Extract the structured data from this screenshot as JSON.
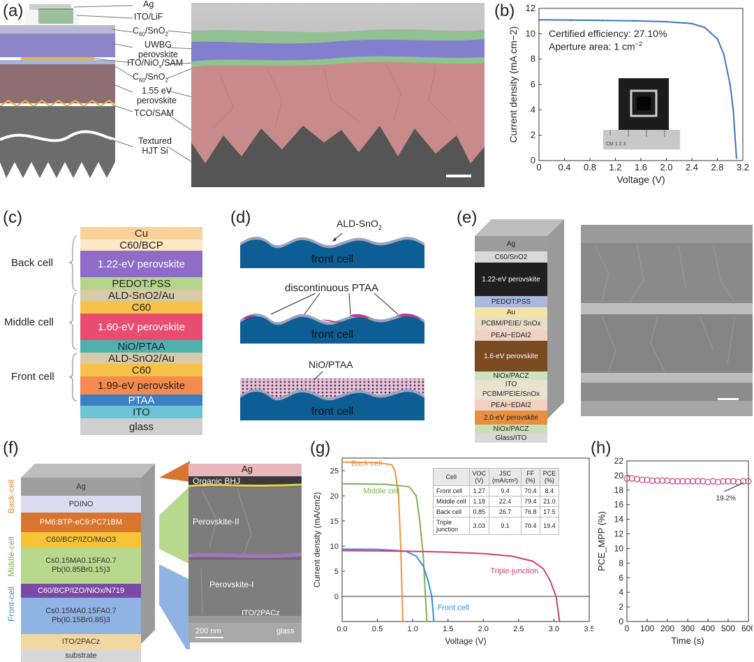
{
  "panels": {
    "a": "(a)",
    "b": "(b)",
    "c": "(c)",
    "d": "(d)",
    "e": "(e)",
    "f": "(f)",
    "g": "(g)",
    "h": "(h)"
  },
  "panel_a": {
    "labels": [
      {
        "id": "ag",
        "text": "Ag"
      },
      {
        "id": "ito_lif",
        "text": "ITO/LiF"
      },
      {
        "id": "c60_sno2_top",
        "text": "C60/SnO2"
      },
      {
        "id": "uwbg",
        "text": "UWBG\nperovskite"
      },
      {
        "id": "ito_nio",
        "text": "ITO/NiOx/SAM"
      },
      {
        "id": "c60_sno2_mid",
        "text": "C60/SnO2"
      },
      {
        "id": "pvk155",
        "text": "1.55 eV\nperovskite"
      },
      {
        "id": "tco_sam",
        "text": "TCO/SAM"
      },
      {
        "id": "hjt",
        "text": "Textured\nHJT Si"
      }
    ]
  },
  "panel_b": {
    "note1": "Certified efficiency: 27.10%",
    "note2": "Aperture area: 1 cm",
    "note2_sup": "−2",
    "inset_ruler": "CM  1      2      3"
  },
  "panel_c": {
    "layers": [
      "Cu",
      "C60/BCP",
      "1.22-eV perovskite",
      "PEDOT:PSS",
      "ALD-SnO2/Au",
      "C60",
      "1.60-eV perovskite",
      "NiO/PTAA",
      "ALD-SnO2/Au",
      "C60",
      "1.99-eV perovskite",
      "PTAA",
      "ITO",
      "glass"
    ],
    "colors": [
      "#fbd19a",
      "#fde7c4",
      "#8f6cc8",
      "#b5d68a",
      "#d9c9a8",
      "#f7c24a",
      "#e84d6f",
      "#4fb0b0",
      "#d9c9a8",
      "#f7c24a",
      "#f48a4e",
      "#3b7fc4",
      "#6cc5d6",
      "#cfcfcf"
    ],
    "cells": [
      "Back cell",
      "Middle cell",
      "Front cell"
    ]
  },
  "panel_d": {
    "top_label": "ALD-SnO2",
    "middle_label": "discontinuous PTAA",
    "bottom_label": "NiO/PTAA",
    "front": "front cell"
  },
  "panel_e": {
    "layers": [
      "Ag",
      "C60/SnO2",
      "1.22-eV perovskite",
      "PEDOT:PSS",
      "Au",
      "PCBM/PEIE/ SnOx",
      "PEAI−EDAI2",
      "1.6-eV perovskite",
      "NiOx/PACZ",
      "ITO",
      "PCBM/PEIE/SnOx",
      "PEAI−EDAI2",
      "2.0-eV perovskite",
      "NiOx/PACZ",
      "Glass/ITO"
    ],
    "colors": [
      "#9c9c9c",
      "#d8d8d8",
      "#1f1f1f",
      "#a9b8dc",
      "#f3e3a4",
      "#e9dcc8",
      "#efd3c2",
      "#7a4a22",
      "#cfe2be",
      "#e9e2cc",
      "#ece2d0",
      "#f1d1c0",
      "#e88f3f",
      "#c9dfb8",
      "#d9d9d9"
    ]
  },
  "panel_f": {
    "layers": [
      "Ag",
      "PDINO",
      "PM6:BTP-eC9:PC71BM",
      "C60/BCP/IZO/MoO3",
      "Cs0.15MA0.15FA0.7\nPb(I0.85Br0.15)3",
      "C60/BCP/IZO/NiOx/N719",
      "Cs0.15MA0.15FA0.7\nPb(I0.15Br0.85)3",
      "ITO/2PACz",
      "substrate"
    ],
    "colors": [
      "#9e9e9e",
      "#dcdcf0",
      "#d9752f",
      "#f6c236",
      "#b8d88e",
      "#7a4aa6",
      "#8fb3e3",
      "#f3d7a0",
      "#d7d7d7"
    ],
    "side": [
      "Back-cell",
      "Middle-cell",
      "Front-cell"
    ],
    "sem": [
      "Ag",
      "Organic BHJ",
      "Perovskite-II",
      "Perovskite-I",
      "ITO/2PACz",
      "glass",
      "200 nm"
    ]
  },
  "panel_g_table": {
    "header": [
      "Cell",
      "VOC\n(V)",
      "JSC\n(mA/cm²)",
      "FF\n(%)",
      "PCE\n(%)"
    ],
    "rows": [
      [
        "Front cell",
        "1.27",
        "9.4",
        "70.4",
        "8.4"
      ],
      [
        "Middle cell",
        "1.18",
        "22.4",
        "79.4",
        "21.0"
      ],
      [
        "Back cell",
        "0.85",
        "26.7",
        "76.8",
        "17.5"
      ],
      [
        "Triple\njunction",
        "3.03",
        "9.1",
        "70.4",
        "19.4"
      ]
    ]
  },
  "chart_data": [
    {
      "id": "b",
      "type": "line",
      "xlabel": "Voltage (V)",
      "ylabel": "Current density (mA cm−2)",
      "xlim": [
        0,
        3.2
      ],
      "ylim": [
        0,
        12
      ],
      "xticks": [
        0,
        0.4,
        0.8,
        1.2,
        1.6,
        2.0,
        2.4,
        2.8,
        3.2
      ],
      "yticks": [
        0,
        2,
        4,
        6,
        8,
        10,
        12
      ],
      "series": [
        {
          "color": "#3f74c0",
          "x": [
            0,
            0.5,
            1.0,
            1.5,
            2.0,
            2.4,
            2.6,
            2.8,
            2.9,
            3.0,
            3.05,
            3.1
          ],
          "y": [
            11.1,
            11.08,
            11.05,
            11.02,
            10.95,
            10.8,
            10.5,
            9.6,
            8.4,
            6.0,
            4.0,
            0.2
          ]
        }
      ]
    },
    {
      "id": "g",
      "type": "line",
      "xlabel": "Voltage (V)",
      "ylabel": "Current density (mA/cm2)",
      "xlim": [
        0,
        3.5
      ],
      "ylim": [
        -5,
        27.5
      ],
      "xticks": [
        0.0,
        0.5,
        1.0,
        1.5,
        2.0,
        2.5,
        3.0,
        3.5
      ],
      "yticks": [
        0,
        5,
        10,
        15,
        20,
        25
      ],
      "series": [
        {
          "name": "Back cell",
          "color": "#f0953a",
          "x": [
            0,
            0.5,
            0.7,
            0.75,
            0.8,
            0.83,
            0.85,
            0.86
          ],
          "y": [
            26.7,
            26.6,
            26.2,
            25.0,
            20.0,
            10.0,
            0,
            -5
          ]
        },
        {
          "name": "Middle cell",
          "color": "#7fb052",
          "x": [
            0,
            0.6,
            0.95,
            1.05,
            1.1,
            1.15,
            1.18,
            1.2
          ],
          "y": [
            22.4,
            22.3,
            21.8,
            20.0,
            15.0,
            8.0,
            0,
            -5
          ]
        },
        {
          "name": "Front cell",
          "color": "#2f8fe0",
          "x": [
            0,
            0.5,
            0.9,
            1.05,
            1.15,
            1.22,
            1.27,
            1.3
          ],
          "y": [
            9.4,
            9.35,
            9.0,
            8.0,
            6.0,
            3.0,
            0,
            -5
          ]
        },
        {
          "name": "Triple-junction",
          "color": "#cc3f77",
          "x": [
            0,
            0.5,
            1.0,
            1.5,
            2.0,
            2.4,
            2.7,
            2.85,
            2.95,
            3.03,
            3.08
          ],
          "y": [
            9.1,
            9.05,
            8.95,
            8.8,
            8.5,
            8.0,
            7.0,
            5.5,
            3.0,
            0,
            -5
          ]
        }
      ]
    },
    {
      "id": "h",
      "type": "scatter",
      "xlabel": "Time (s)",
      "ylabel": "PCE_MPP (%)",
      "xlim": [
        0,
        600
      ],
      "ylim": [
        0,
        22
      ],
      "xticks": [
        0,
        100,
        200,
        300,
        400,
        500,
        600
      ],
      "yticks": [
        0,
        2,
        4,
        6,
        8,
        10,
        12,
        14,
        16,
        18,
        20,
        22
      ],
      "annotation": "19.2%",
      "series": [
        {
          "color": "#c9447e",
          "x": [
            0,
            25,
            50,
            75,
            100,
            125,
            150,
            175,
            200,
            225,
            250,
            275,
            300,
            325,
            350,
            375,
            400,
            425,
            450,
            475,
            500,
            525,
            550,
            575,
            600
          ],
          "y": [
            19.6,
            19.6,
            19.5,
            19.4,
            19.4,
            19.3,
            19.3,
            19.3,
            19.3,
            19.2,
            19.2,
            19.2,
            19.2,
            19.2,
            19.2,
            19.2,
            19.1,
            19.2,
            19.1,
            19.2,
            19.2,
            19.2,
            19.1,
            19.2,
            19.2
          ]
        }
      ]
    }
  ]
}
